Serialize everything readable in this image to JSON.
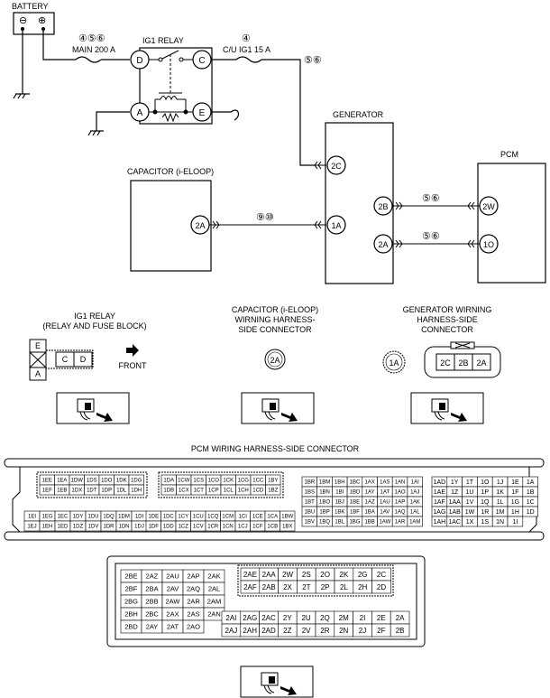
{
  "labels": {
    "battery": "BATTERY",
    "batt_minus": "⊖",
    "batt_plus": "⊕",
    "fuse_main_nums": "④⑤⑥",
    "fuse_main": "MAIN 200 A",
    "ig1_relay": "IG1 RELAY",
    "fuse_cu_num": "④",
    "fuse_cu": "C/U IG1 15 A",
    "cu_wire_nums": "⑤⑥",
    "generator": "GENERATOR",
    "pcm": "PCM",
    "capacitor": "CAPACITOR (i-ELOOP)",
    "cap_wire_nums": "⑨⑩",
    "gen_pcm_nums_1": "⑤⑥",
    "gen_pcm_nums_2": "⑤⑥",
    "relay_pins": {
      "d": "D",
      "c": "C",
      "a": "A",
      "e": "E"
    },
    "gen_pins": {
      "c2": "2C",
      "a1": "1A",
      "b2": "2B",
      "a2": "2A"
    },
    "cap_pin": "2A",
    "pcm_pins": {
      "w2": "2W",
      "o1": "1O"
    }
  },
  "connectors": {
    "relay_title_1": "IG1 RELAY",
    "relay_title_2": "(RELAY AND FUSE BLOCK)",
    "relay_front": "FRONT",
    "relay_cells": {
      "e": "E",
      "c": "C",
      "d": "D",
      "a": "A"
    },
    "cap_title": [
      "CAPACITOR (i-ELOOP)",
      "WIRNING HARNESS-",
      "SIDE CONNECTOR"
    ],
    "cap_pin": "2A",
    "gen_title": [
      "GENERATOR WIRNING",
      "HARNESS-SIDE",
      "CONNECTOR"
    ],
    "gen_pin_single": "1A",
    "gen_pins": [
      "2C",
      "2B",
      "2A"
    ]
  },
  "pcm_connector": {
    "title": "PCM WIRING HARNESS-SIDE CONNECTOR",
    "blk1": {
      "r1": [
        "1EE",
        "1EA",
        "1DW",
        "1DS",
        "1DO",
        "1DK",
        "1DG"
      ],
      "r2": [
        "1EF",
        "1EB",
        "1DX",
        "1DT",
        "1DP",
        "1DL",
        "1DH"
      ]
    },
    "blk2": {
      "r1": [
        "1EI",
        "1EG",
        "1EC",
        "1DY",
        "1DU",
        "1DQ",
        "1DM",
        "1DI"
      ],
      "r2": [
        "1EJ",
        "1EH",
        "1ED",
        "1DZ",
        "1DV",
        "1DR",
        "1DN",
        "1DJ"
      ]
    },
    "blk3": {
      "r1": [
        "1DA",
        "1CW",
        "1CS",
        "1CO",
        "1CK",
        "1CG",
        "1CC",
        "1BY"
      ],
      "r2": [
        "1DB",
        "1CX",
        "1CT",
        "1CP",
        "1CL",
        "1CH",
        "1CD",
        "1BZ"
      ]
    },
    "blk4": {
      "r1": [
        "1DE",
        "1DC",
        "1CY",
        "1CU",
        "1CQ",
        "1CM",
        "1CI",
        "1CE",
        "1CA",
        "1BW"
      ],
      "r2": [
        "1DF",
        "1DD",
        "1CZ",
        "1CV",
        "1CR",
        "1CN",
        "1CJ",
        "1CF",
        "1CB",
        "1BX"
      ]
    },
    "blk5": [
      [
        "1BR",
        "1BM",
        "1BH",
        "1BC",
        "1AX",
        "1AS",
        "1AN",
        "1AI"
      ],
      [
        "1BS",
        "1BN",
        "1BI",
        "1BD",
        "1AY",
        "1AT",
        "1AO",
        "1AJ"
      ],
      [
        "1BT",
        "1BO",
        "1BJ",
        "1BE",
        "1AZ",
        "1AU",
        "1AP",
        "1AK"
      ],
      [
        "1BU",
        "1BP",
        "1BK",
        "1BF",
        "1BA",
        "1AV",
        "1AQ",
        "1AL"
      ],
      [
        "1BV",
        "1BQ",
        "1BL",
        "1BG",
        "1BB",
        "1AW",
        "1AR",
        "1AM"
      ]
    ],
    "blk6": [
      [
        "1AD",
        "1Y",
        "1T",
        "1O",
        "1J",
        "1E",
        "1A"
      ],
      [
        "1AE",
        "1Z",
        "1U",
        "1P",
        "1K",
        "1F",
        "1B"
      ],
      [
        "1AF",
        "1AA",
        "1V",
        "1Q",
        "1L",
        "1G",
        "1C"
      ],
      [
        "1AG",
        "1AB",
        "1W",
        "1R",
        "1M",
        "1H",
        "1D"
      ],
      [
        "1AH",
        "1AC",
        "1X",
        "1S",
        "1N",
        "1I"
      ]
    ],
    "blk7": [
      [
        "2BE",
        "2AZ",
        "2AU",
        "2AP",
        "2AK"
      ],
      [
        "2BF",
        "2BA",
        "2AV",
        "2AQ",
        "2AL"
      ],
      [
        "2BG",
        "2BB",
        "2AW",
        "2AR",
        "2AM"
      ],
      [
        "2BH",
        "2BC",
        "2AX",
        "2AS",
        "2AN"
      ],
      [
        "2BD",
        "2AY",
        "2AT",
        "2AO"
      ]
    ],
    "blk8": [
      [
        "2AE",
        "2AA",
        "2W",
        "2S",
        "2O",
        "2K",
        "2G",
        "2C"
      ],
      [
        "2AF",
        "2AB",
        "2X",
        "2T",
        "2P",
        "2L",
        "2H",
        "2D"
      ]
    ],
    "blk9": [
      [
        "2AI",
        "2AG",
        "2AC",
        "2Y",
        "2U",
        "2Q",
        "2M",
        "2I",
        "2E",
        "2A"
      ],
      [
        "2AJ",
        "2AH",
        "2AD",
        "2Z",
        "2V",
        "2R",
        "2N",
        "2J",
        "2F",
        "2B"
      ]
    ]
  }
}
